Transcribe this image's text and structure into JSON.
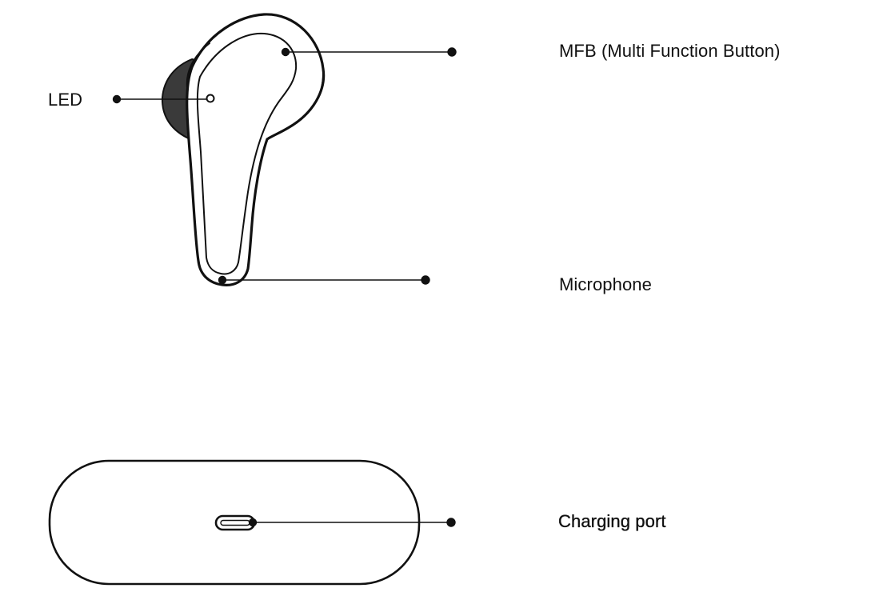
{
  "labels": {
    "led": "LED",
    "mfb": "MFB  (Multi Function Button)",
    "microphone": "Microphone",
    "charging_port": "Charging port"
  },
  "icons": {
    "earbud": "earbud-illustration",
    "case": "charging-case-illustration",
    "port": "usb-c-port-icon"
  },
  "colors": {
    "line": "#111111",
    "ear_tip": "#3a3a3a",
    "background": "#ffffff"
  }
}
